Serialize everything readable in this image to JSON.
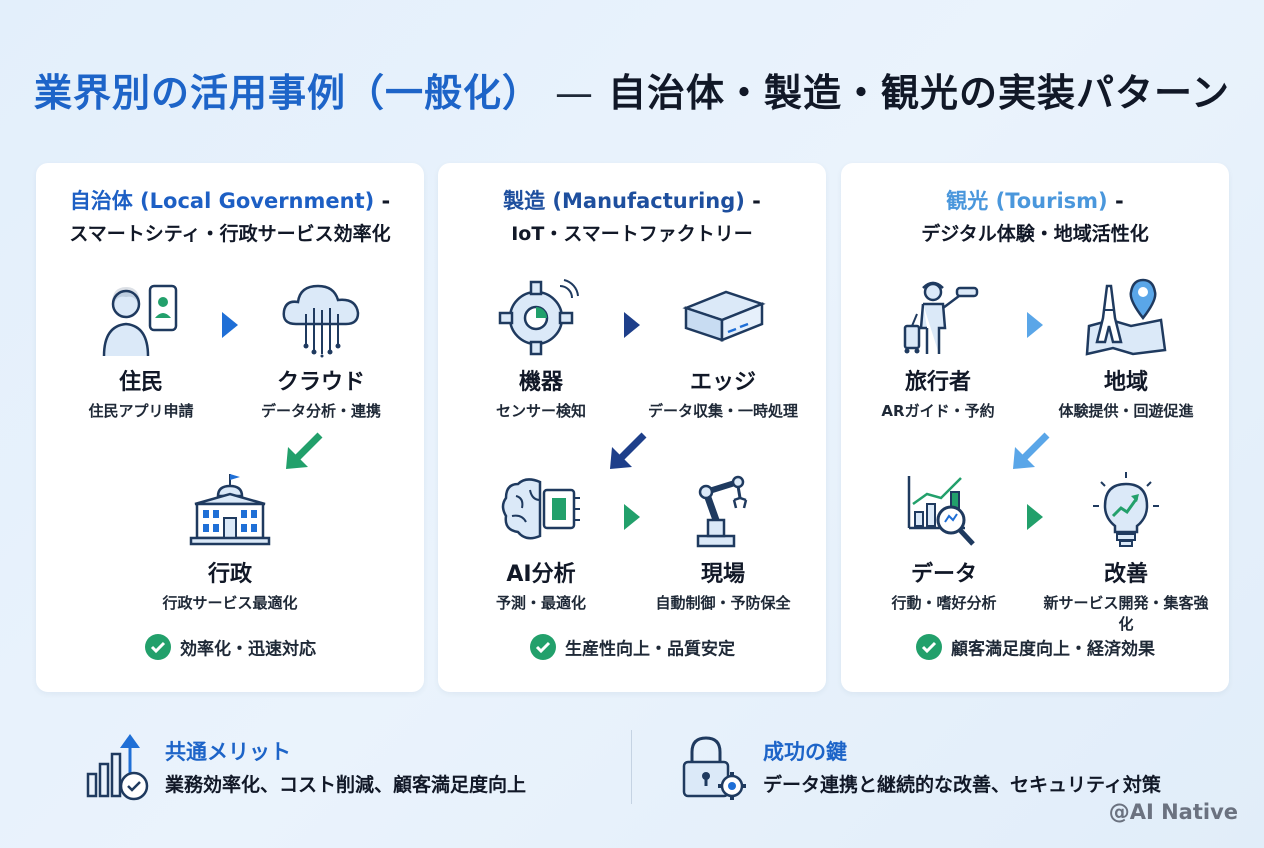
{
  "title": {
    "blue": "業界別の活用事例（一般化）",
    "dash": "—",
    "dark": "自治体・製造・観光の実装パターン"
  },
  "cards": [
    {
      "heading1": "自治体 (Local Government)",
      "dash": "-",
      "heading2": "スマートシティ・行政サービス効率化",
      "nodes": [
        {
          "label": "住民",
          "sub": "住民アプリ申請",
          "icon": "resident-phone-icon"
        },
        {
          "label": "クラウド",
          "sub": "データ分析・連携",
          "icon": "cloud-circuit-icon"
        },
        {
          "label": "行政",
          "sub": "行政サービス最適化",
          "icon": "government-building-icon"
        }
      ],
      "result": "効率化・迅速対応",
      "accent": "#1d5fc4",
      "arrow_color": "#1f6fd6",
      "diag_color": "#22a06b"
    },
    {
      "heading1": "製造 (Manufacturing)",
      "dash": "-",
      "heading2": "IoT・スマートファクトリー",
      "nodes": [
        {
          "label": "機器",
          "sub": "センサー検知",
          "icon": "gear-sensor-icon"
        },
        {
          "label": "エッジ",
          "sub": "データ収集・一時処理",
          "icon": "edge-box-icon"
        },
        {
          "label": "AI分析",
          "sub": "予測・最適化",
          "icon": "brain-chip-icon"
        },
        {
          "label": "現場",
          "sub": "自動制御・予防保全",
          "icon": "robot-arm-icon"
        }
      ],
      "result": "生産性向上・品質安定",
      "accent": "#1e4f9e",
      "arrow_color": "#1e3f8a",
      "diag_color": "#1e3f8a"
    },
    {
      "heading1": "観光 (Tourism)",
      "dash": "-",
      "heading2": "デジタル体験・地域活性化",
      "nodes": [
        {
          "label": "旅行者",
          "sub": "ARガイド・予約",
          "icon": "traveler-ar-icon"
        },
        {
          "label": "地域",
          "sub": "体験提供・回遊促進",
          "icon": "map-tower-icon"
        },
        {
          "label": "データ",
          "sub": "行動・嗜好分析",
          "icon": "chart-magnifier-icon"
        },
        {
          "label": "改善",
          "sub": "新サービス開発・集客強化",
          "icon": "lightbulb-growth-icon"
        }
      ],
      "result": "顧客満足度向上・経済効果",
      "accent": "#4a97dc",
      "arrow_color": "#5aa6e8",
      "diag_color": "#5aa6e8"
    }
  ],
  "bottom": {
    "merit_title": "共通メリット",
    "merit_text": "業務効率化、コスト削減、顧客満足度向上",
    "key_title": "成功の鍵",
    "key_text": "データ連携と継続的な改善、セキュリティ対策"
  },
  "watermark": "@AI Native",
  "colors": {
    "title_blue": "#1d64c8",
    "check_green": "#22a06b",
    "icon_stroke": "#1f3a5f",
    "icon_fill": "#dbe9f8"
  }
}
